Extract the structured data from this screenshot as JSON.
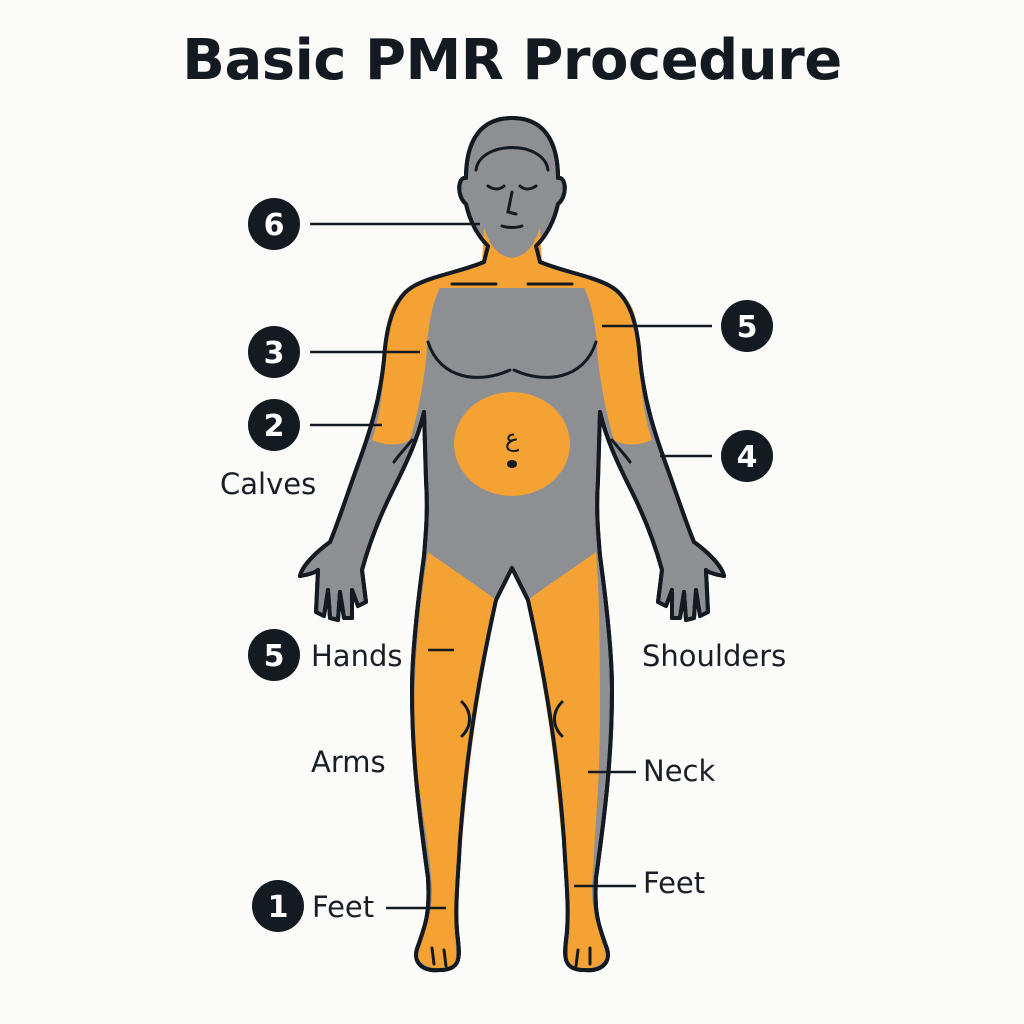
{
  "title": "Basic PMR Procedure",
  "colors": {
    "body_gray": "#8e8f92",
    "highlight_orange": "#f4a234",
    "outline": "#141a22",
    "badge": "#141a22",
    "background": "#fbfbf9"
  },
  "callouts": [
    {
      "id": "c6-neck",
      "number": "6",
      "text": ""
    },
    {
      "id": "c5-shoulder",
      "number": "5",
      "text": ""
    },
    {
      "id": "c3-upper-arm",
      "number": "3",
      "text": ""
    },
    {
      "id": "c2-forearm",
      "number": "2",
      "text": ""
    },
    {
      "id": "c4-elbow",
      "number": "4",
      "text": ""
    },
    {
      "id": "c5-hands",
      "number": "5",
      "text": "Hands"
    },
    {
      "id": "c1-feet",
      "number": "1",
      "text": "Feet"
    }
  ],
  "labels": {
    "calves": "Calves",
    "shoulders": "Shoulders",
    "arms": "Arms",
    "neck": "Neck",
    "feet_right": "Feet"
  },
  "navel_glyph": "ع"
}
